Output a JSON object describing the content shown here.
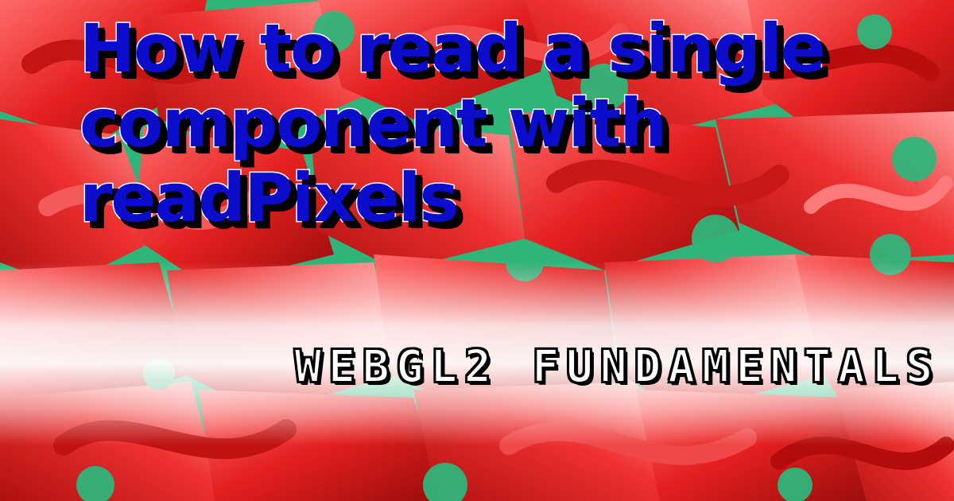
{
  "page": {
    "title_lines": [
      "How to read a single",
      "component with",
      "readPixels"
    ],
    "brand": "WEBGL2  FUNDAMENTALS"
  },
  "colors": {
    "title": "#0c0ccc",
    "title_outline": "#ffffff",
    "title_shadow": "#000000",
    "brand_text": "#ffffff",
    "brand_outline": "#000000",
    "background_green": "#2fb57a",
    "background_red": "#e0201f",
    "background_white_band": "#ffffff"
  },
  "background": {
    "description": "abstract red 3D extruded letters over green",
    "icon": "red-3d-letters-pattern"
  }
}
